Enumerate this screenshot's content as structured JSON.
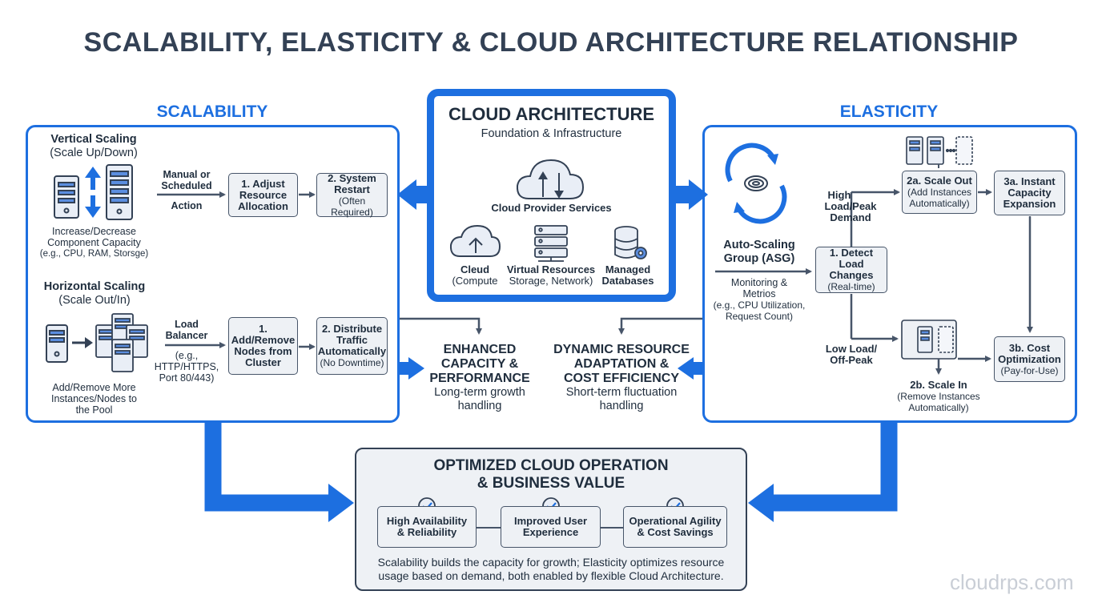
{
  "title": "SCALABILITY, ELASTICITY & CLOUD ARCHITECTURE RELATIONSHIP",
  "scalability": {
    "heading": "SCALABILITY",
    "vertical": {
      "title": "Vertical Scaling",
      "subtitle": "(Scale Up/Down)",
      "desc1": "Increase/Decrease",
      "desc2": "Component Capacity",
      "desc3": "(e.g., CPU, RAM, Storsge)",
      "action1": "Manual or",
      "action2": "Scheduled",
      "action3": "Action",
      "step1": [
        "1. Adjust",
        "Resource",
        "Allocation"
      ],
      "step2": [
        "2. System",
        "Restart",
        "(Often Required)"
      ]
    },
    "horizontal": {
      "title": "Horizontal Scaling",
      "subtitle": "(Scale Out/In)",
      "desc1": "Add/Remove More",
      "desc2": "Instances/Nodes to",
      "desc3": "the Pool",
      "lb1": "Load",
      "lb2": "Balancer",
      "lb3": "(e.g.,",
      "lb4": "HTTP/HTTPS,",
      "lb5": "Port 80/443)",
      "step1": [
        "1.",
        "Add/Remove",
        "Nodes from",
        "Cluster"
      ],
      "step2": [
        "2. Distribute",
        "Traffic",
        "Automatically",
        "(No Downtime)"
      ]
    }
  },
  "cloud": {
    "heading": "CLOUD ARCHITECTURE",
    "subtitle": "Foundation & Infrastructure",
    "services": "Cloud Provider Services",
    "items": [
      {
        "l1": "Cleud",
        "l2": "(Compute"
      },
      {
        "l1": "Virtual Resources",
        "l2": "Storage, Network)"
      },
      {
        "l1": "Managed",
        "l2": "Databases"
      }
    ]
  },
  "elasticity": {
    "heading": "ELASTICITY",
    "asg1": "Auto-Scaling",
    "asg2": "Group (ASG)",
    "mon1": "Monitoring &",
    "mon2": "Metrios",
    "mon3": "(e.g., CPU Utilization,",
    "mon4": "Request Count)",
    "high1": "High",
    "high2": "Load/Peak",
    "high3": "Demand",
    "low1": "Low Load/",
    "low2": "Off-Peak",
    "detect": [
      "1. Detect",
      "Load Changes",
      "(Real-time)"
    ],
    "scaleout": [
      "2a. Scale Out",
      "(Add Instances",
      "Automatically)"
    ],
    "instant": [
      "3a. Instant",
      "Capacity",
      "Expansion"
    ],
    "scalein": [
      "2b. Scale In",
      "(Remove Instances",
      "Automatically)"
    ],
    "cost": [
      "3b. Cost",
      "Optimization",
      "(Pay-for-Use)"
    ]
  },
  "middle": {
    "left": {
      "l1": "ENHANCED",
      "l2": "CAPACITY &",
      "l3": "PERFORMANCE",
      "s1": "Long-term growth",
      "s2": "handling"
    },
    "right": {
      "l1": "DYNAMIC RESOURCE",
      "l2": "ADAPTATION &",
      "l3": "COST EFFICIENCY",
      "s1": "Short-term fluctuation",
      "s2": "handling"
    }
  },
  "bottom": {
    "heading1": "OPTIMIZED CLOUD OPERATION",
    "heading2": "& BUSINESS VALUE",
    "items": [
      {
        "l1": "High Availability",
        "l2": "& Reliability"
      },
      {
        "l1": "Improved User",
        "l2": "Experience"
      },
      {
        "l1": "Operational Agility",
        "l2": "& Cost Savings"
      }
    ],
    "summary1": "Scalability builds the capacity for growth; Elasticity optimizes resource",
    "summary2": "usage based on demand, both enabled by flexible Cloud Architecture."
  },
  "watermark": "cloudrps.com",
  "colors": {
    "accent": "#1d6fe0",
    "dark": "#334155",
    "box": "#eef1f5"
  }
}
